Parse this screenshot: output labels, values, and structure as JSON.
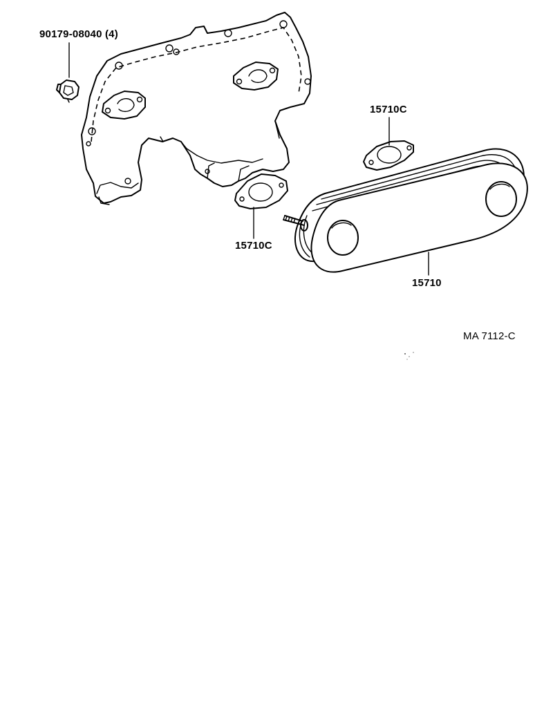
{
  "labels": {
    "nut": "90179-08040 (4)",
    "gasket_top": "15710C",
    "gasket_left": "15710C",
    "cooler": "15710",
    "reference": "MA 7112-C"
  },
  "colors": {
    "line": "#000000",
    "background": "#ffffff"
  }
}
